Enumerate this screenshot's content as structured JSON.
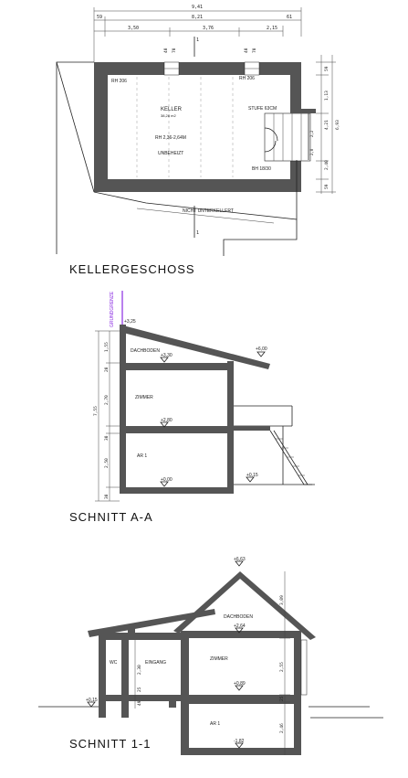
{
  "kellergeschoss": {
    "title": "KELLERGESCHOSS",
    "room_name": "KELLER",
    "room_area": "38,28 m2",
    "room_height": "RH 2,36-2,64M",
    "heated": "UNBEHEIZT",
    "rh_left": "RH 206",
    "rh_right": "RH 206",
    "stair_label": "STUFE 63CM",
    "bh_label": "BH 18/30",
    "not_basement": "NICHT UNTERKELLERT",
    "dims_top": [
      "9,41",
      "59",
      "8,21",
      "61",
      "3,50",
      "3,76",
      "2,15"
    ],
    "window_dims": [
      "40",
      "70",
      "40",
      "70"
    ],
    "dims_right": [
      "59",
      "1,13",
      "6,93",
      "4,21",
      "2,40",
      "59"
    ],
    "stair_dims": [
      "2,2",
      "2,8"
    ],
    "section_mark": "1"
  },
  "schnitt_aa": {
    "title": "SCHNITT A-A",
    "boundary": "GRUNDGRENZE",
    "levels": [
      "+3,25",
      "+3,30",
      "+6,00",
      "+2,80",
      "+0,00",
      "+0,15"
    ],
    "rooms": [
      "DACHBODEN",
      "ZIMMER",
      "AR 1"
    ],
    "dims_left": [
      "1,55",
      "20",
      "7,55",
      "2,70",
      "30",
      "2,50",
      "30"
    ]
  },
  "schnitt_11": {
    "title": "SCHNITT 1-1",
    "levels": [
      "+6,63",
      "+2,64",
      "+0,89",
      "+0,15",
      "-1,82"
    ],
    "rooms": [
      "DACHBODEN",
      "ZIMMER",
      "WC",
      "EINGANG",
      "AR 1"
    ],
    "dims": [
      "2,30",
      "25",
      "49",
      "2,55",
      "25",
      "2,46",
      "3,09"
    ]
  }
}
